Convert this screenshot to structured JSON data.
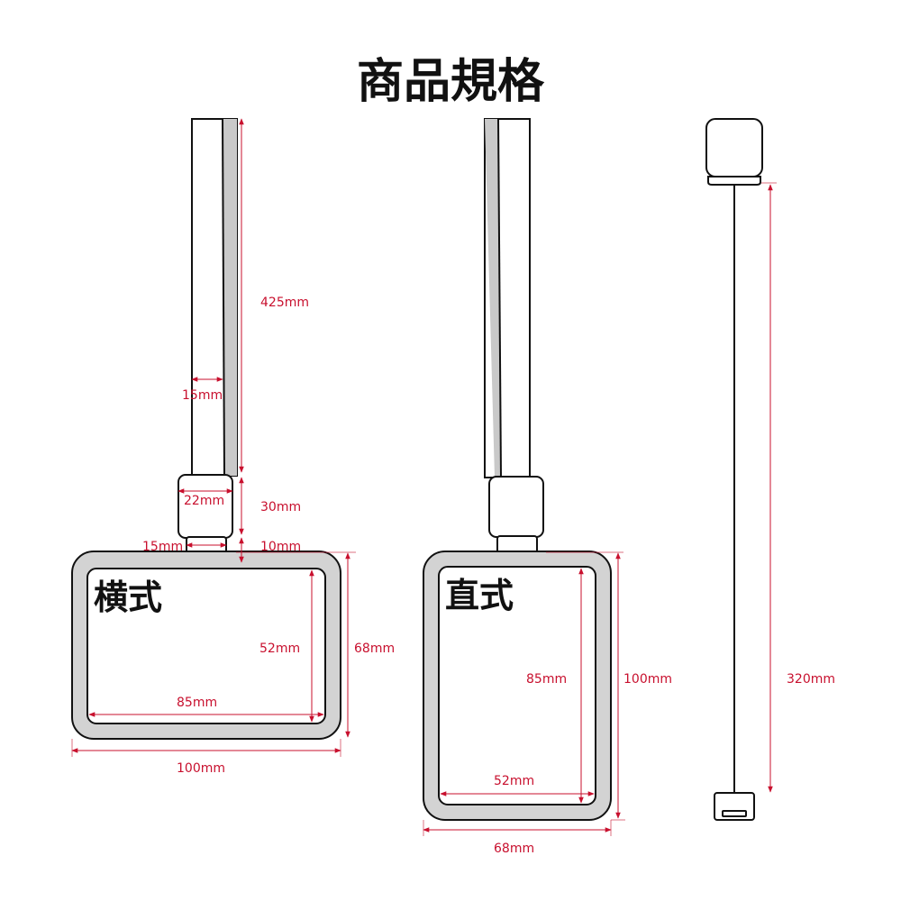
{
  "title": "商品規格",
  "colors": {
    "dimension": "#c8102e",
    "outline": "#111111",
    "frame_gray": "#d3d3d3",
    "strap_gray": "#c9c9c9",
    "background": "#ffffff"
  },
  "horizontal": {
    "label": "横式",
    "strap_length": "425mm",
    "strap_width": "15mm",
    "buckle_width": "22mm",
    "buckle_height": "30mm",
    "tab_width": "15mm",
    "tab_height": "10mm",
    "inner_height": "52mm",
    "outer_height": "68mm",
    "inner_width": "85mm",
    "outer_width": "100mm"
  },
  "vertical": {
    "label": "直式",
    "inner_height": "85mm",
    "outer_height": "100mm",
    "inner_width": "52mm",
    "outer_width": "68mm"
  },
  "reel": {
    "cord_length": "320mm"
  }
}
